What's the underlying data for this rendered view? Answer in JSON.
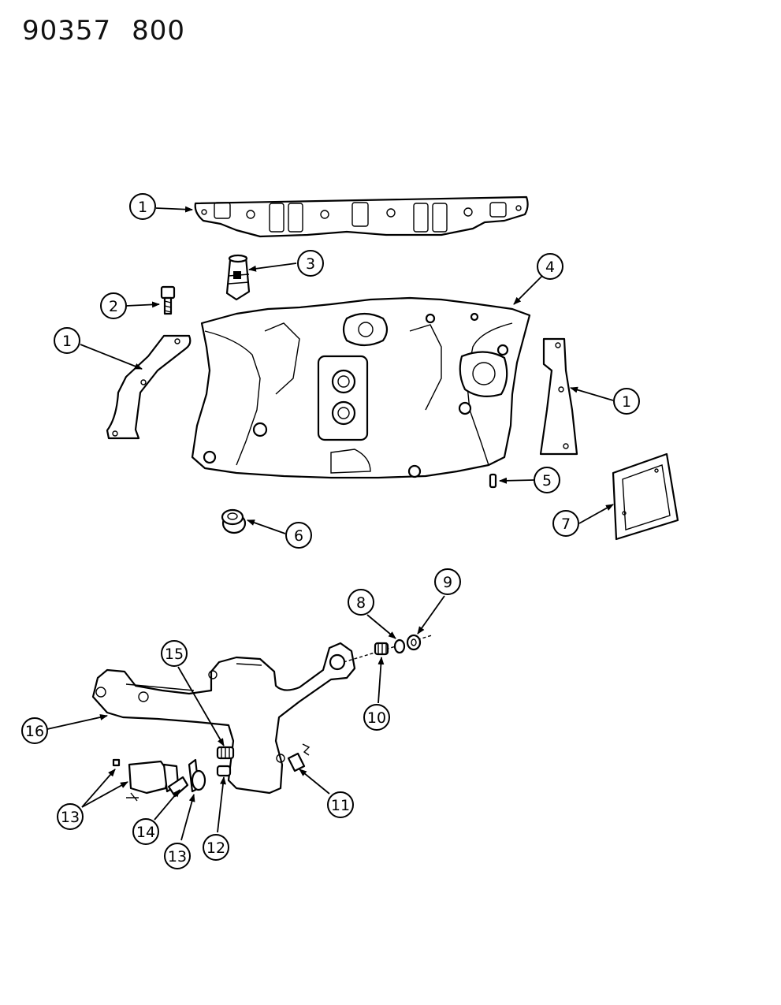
{
  "header": {
    "doc_number": "90357",
    "page_code": "800"
  },
  "callouts": [
    {
      "id": "c1a",
      "num": "1"
    },
    {
      "id": "c2",
      "num": "2"
    },
    {
      "id": "c1b",
      "num": "1"
    },
    {
      "id": "c3",
      "num": "3"
    },
    {
      "id": "c4",
      "num": "4"
    },
    {
      "id": "c1c",
      "num": "1"
    },
    {
      "id": "c5",
      "num": "5"
    },
    {
      "id": "c6",
      "num": "6"
    },
    {
      "id": "c7",
      "num": "7"
    },
    {
      "id": "c8",
      "num": "8"
    },
    {
      "id": "c9",
      "num": "9"
    },
    {
      "id": "c10",
      "num": "10"
    },
    {
      "id": "c15",
      "num": "15"
    },
    {
      "id": "c16",
      "num": "16"
    },
    {
      "id": "c11",
      "num": "11"
    },
    {
      "id": "c12",
      "num": "12"
    },
    {
      "id": "c13a",
      "num": "13"
    },
    {
      "id": "c14",
      "num": "14"
    },
    {
      "id": "c13b",
      "num": "13"
    }
  ]
}
